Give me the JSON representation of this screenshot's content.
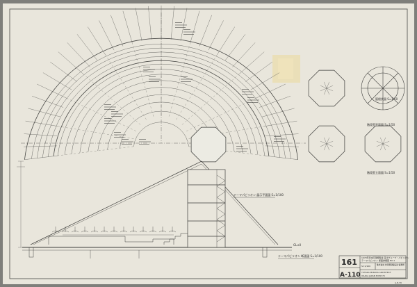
{
  "drawing": {
    "sheet_number": "161",
    "drawing_number": "A-110",
    "title_lines": [
      "1970年日本万国博覧会 富士グループ・パビリオン",
      "テーマパビリオン 断面詳細図 NO.1",
      "S=1/100"
    ],
    "office_lines": [
      "株式会社 村田豊建築設計事務所",
      "YUTAKA MURATA ARCHITECT",
      "OSAKA  JAPAN  EXPO'70"
    ],
    "caption_plan": "テーマパビリオン 展示平面図 S=1/100",
    "caption_section": "テーマパビリオン 断面図 S=1/100",
    "caption_right_1": "階段室平面図 S=1/50",
    "caption_right_2": "階段室立面図 S=1/50",
    "caption_right_3": "屋根伏図 S=1/50",
    "level_label": "GL±0",
    "corner_mark": "A-8-70"
  },
  "colors": {
    "paper": "#e9e6dc",
    "ink": "#3c3c3a",
    "frame": "#7f7f7b",
    "tape": "#e8d9a6"
  }
}
